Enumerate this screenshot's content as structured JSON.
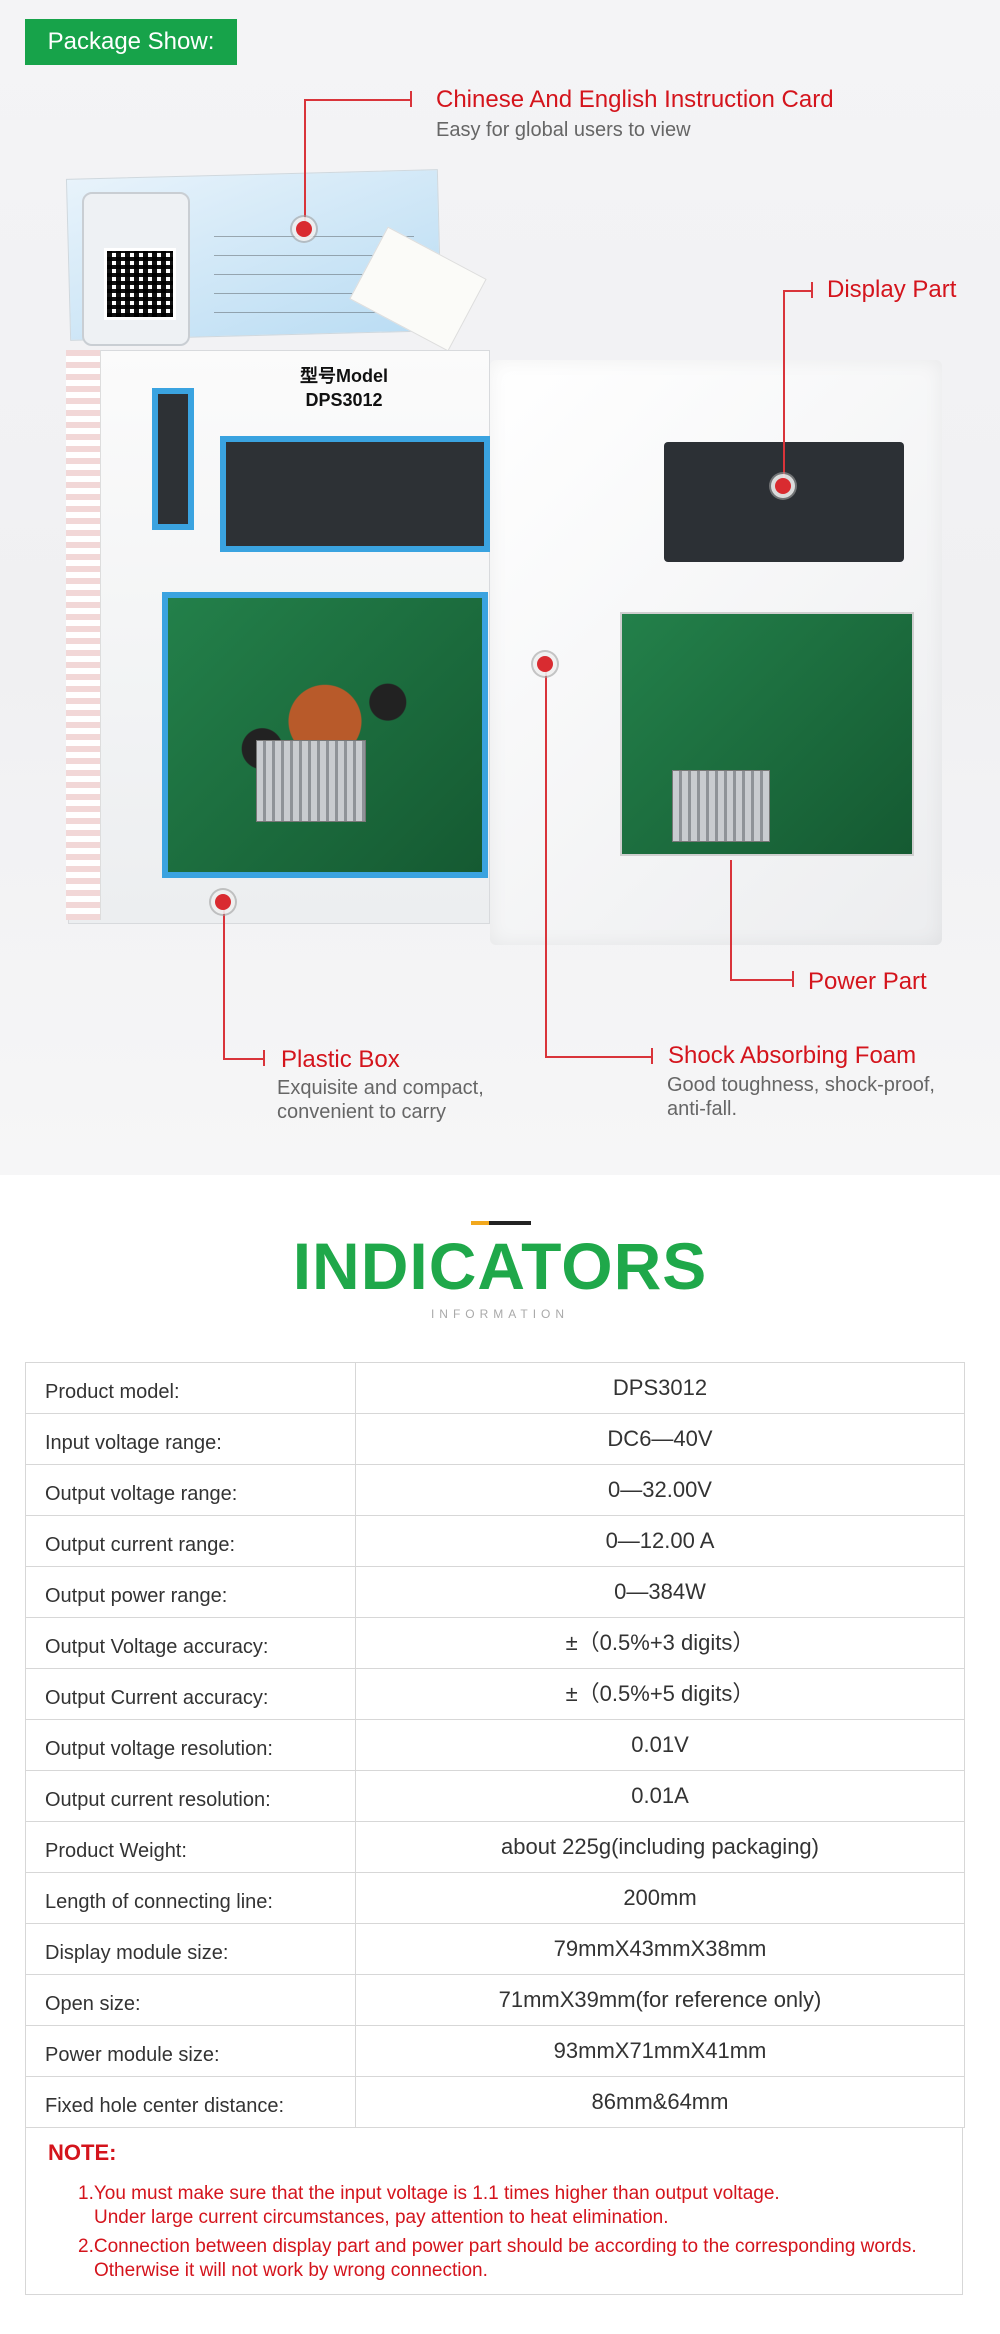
{
  "package": {
    "banner": "Package Show:",
    "box_model_line1": "型号Model",
    "box_model_line2": "DPS3012",
    "callouts": {
      "instruction_card": {
        "title": "Chinese And English Instruction Card",
        "sub": "Easy for global users to view"
      },
      "display_part": {
        "title": "Display Part"
      },
      "power_part": {
        "title": "Power Part"
      },
      "plastic_box": {
        "title": "Plastic Box",
        "sub_line1": "Exquisite and compact,",
        "sub_line2": "convenient to carry"
      },
      "foam": {
        "title": "Shock Absorbing Foam",
        "sub_line1": "Good toughness, shock-proof,",
        "sub_line2": "anti-fall."
      }
    }
  },
  "indicators": {
    "title": "INDICATORS",
    "subtitle": "INFORMATION",
    "rows": [
      {
        "label": "Product model:",
        "value": "DPS3012"
      },
      {
        "label": "Input voltage range:",
        "value": "DC6—40V"
      },
      {
        "label": "Output voltage range:",
        "value": "0—32.00V"
      },
      {
        "label": "Output current range:",
        "value": "0—12.00 A"
      },
      {
        "label": "Output power range:",
        "value": "0—384W"
      },
      {
        "label": "Output Voltage accuracy:",
        "value": "±（0.5%+3 digits）"
      },
      {
        "label": "Output Current accuracy:",
        "value": "±（0.5%+5 digits）"
      },
      {
        "label": "Output voltage resolution:",
        "value": "0.01V"
      },
      {
        "label": "Output current resolution:",
        "value": "0.01A"
      },
      {
        "label": "Product Weight:",
        "value": "about 225g(including packaging)"
      },
      {
        "label": "Length of connecting line:",
        "value": "200mm"
      },
      {
        "label": "Display module size:",
        "value": "79mmX43mmX38mm"
      },
      {
        "label": "Open size:",
        "value": "71mmX39mm(for reference only)"
      },
      {
        "label": "Power module size:",
        "value": "93mmX71mmX41mm"
      },
      {
        "label": "Fixed hole center distance:",
        "value": "86mm&64mm"
      }
    ],
    "note": {
      "title": "NOTE:",
      "lines": [
        "1.You must make sure that the input voltage is 1.1 times higher than output voltage.",
        "Under large current circumstances, pay attention to heat elimination.",
        "2.Connection between display part and power part should be according to the corresponding words.",
        "Otherwise it will not work by wrong connection."
      ]
    }
  },
  "colors": {
    "accent_green": "#17a34a",
    "callout_red": "#d4141c",
    "title_green": "#1fa84a"
  }
}
